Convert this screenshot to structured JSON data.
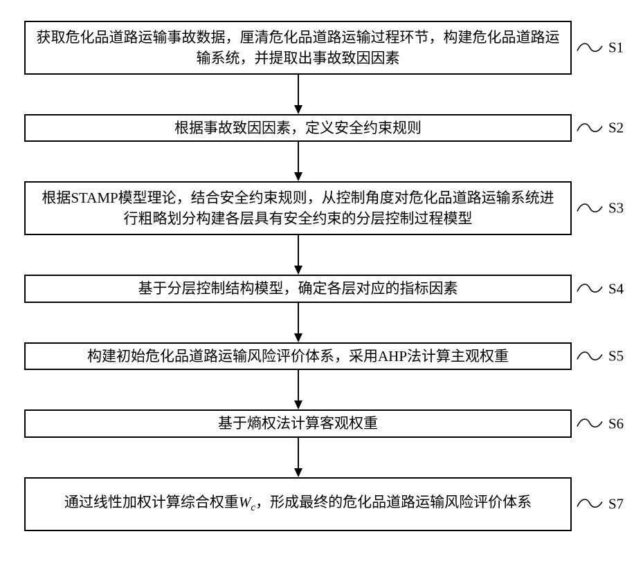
{
  "diagram": {
    "type": "flowchart",
    "steps": [
      {
        "label": "S1",
        "text": "获取危化品道路运输事故数据，厘清危化品道路运输过程环节，构建危化品道路运输系统，并提取出事故致因因素"
      },
      {
        "label": "S2",
        "text": "根据事故致因因素，定义安全约束规则"
      },
      {
        "label": "S3",
        "text": "根据STAMP模型理论，结合安全约束规则，从控制角度对危化品道路运输系统进行粗略划分构建各层具有安全约束的分层控制过程模型"
      },
      {
        "label": "S4",
        "text": "基于分层控制结构模型，确定各层对应的指标因素"
      },
      {
        "label": "S5",
        "text": "构建初始危化品道路运输风险评价体系，采用AHP法计算主观权重"
      },
      {
        "label": "S6",
        "text": "基于熵权法计算客观权重"
      },
      {
        "label": "S7",
        "text_before": "通过线性加权计算综合权重",
        "formula_base": "W",
        "formula_sub": "c",
        "text_after": "，形成最终的危化品道路运输风险评价体系"
      }
    ]
  }
}
